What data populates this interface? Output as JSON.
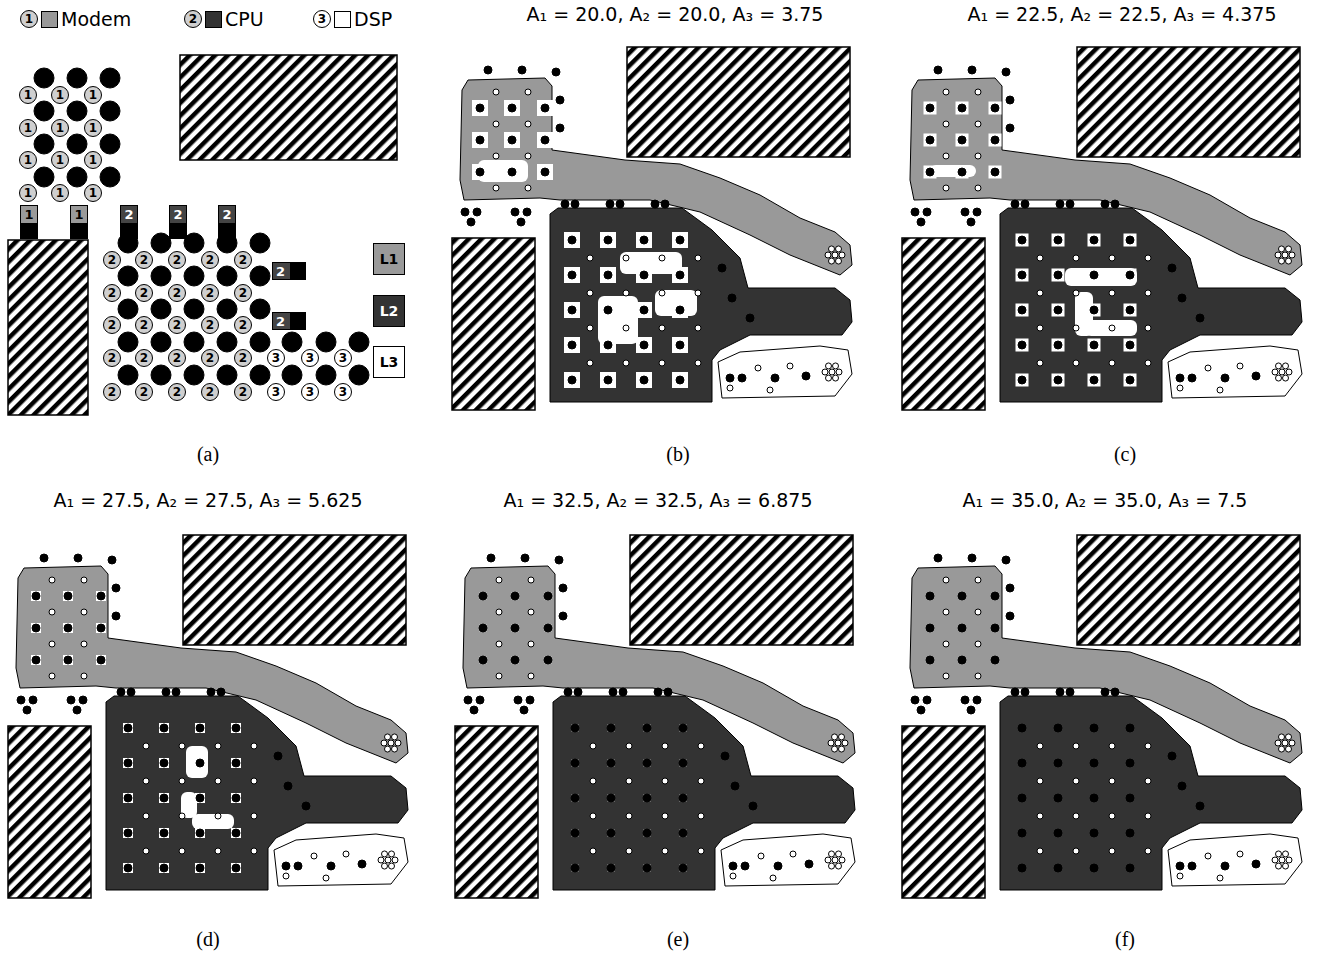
{
  "diagram": {
    "nodes": [
      {
        "text": [
          "1"
        ]
      },
      {
        "text": [
          "1"
        ]
      },
      {
        "text": [
          "1"
        ]
      },
      {
        "text": [
          "1"
        ]
      },
      {
        "text": [
          "1"
        ]
      },
      {
        "text": [
          "1"
        ]
      },
      {
        "text": [
          "1"
        ]
      },
      {
        "text": [
          "1"
        ]
      },
      {
        "text": [
          "1"
        ]
      },
      {
        "text": [
          "1"
        ]
      },
      {
        "text": [
          "1"
        ]
      },
      {
        "text": [
          "1"
        ]
      },
      {
        "text": [
          "1"
        ]
      },
      {
        "text": [
          "1"
        ]
      },
      {
        "text": [
          "2"
        ]
      },
      {
        "text": [
          "2"
        ]
      },
      {
        "text": [
          "2"
        ]
      },
      {
        "text": [
          "L1"
        ]
      },
      {
        "text": [
          "L2"
        ]
      },
      {
        "text": [
          "L3"
        ]
      },
      {
        "text": [
          "2"
        ]
      },
      {
        "text": [
          "2"
        ]
      },
      {
        "text": [
          "2"
        ]
      },
      {
        "text": [
          "2"
        ]
      },
      {
        "text": [
          "2"
        ]
      },
      {
        "text": [
          "2"
        ]
      },
      {
        "text": [
          "2"
        ]
      },
      {
        "text": [
          "2"
        ]
      },
      {
        "text": [
          "2"
        ]
      },
      {
        "text": [
          "2"
        ]
      },
      {
        "text": [
          "2"
        ]
      },
      {
        "text": [
          "2"
        ]
      },
      {
        "text": [
          "2"
        ]
      },
      {
        "text": [
          "2"
        ]
      },
      {
        "text": [
          "2"
        ]
      },
      {
        "text": [
          "2"
        ]
      },
      {
        "text": [
          "2"
        ]
      },
      {
        "text": [
          "2"
        ]
      },
      {
        "text": [
          "2"
        ]
      },
      {
        "text": [
          "2"
        ]
      },
      {
        "text": [
          "2"
        ]
      },
      {
        "text": [
          "2"
        ]
      },
      {
        "text": [
          "3"
        ]
      },
      {
        "text": [
          "3"
        ]
      },
      {
        "text": [
          "3"
        ]
      },
      {
        "text": [
          "2"
        ]
      },
      {
        "text": [
          "2"
        ]
      },
      {
        "text": [
          "2"
        ]
      },
      {
        "text": [
          "2"
        ]
      },
      {
        "text": [
          "2"
        ]
      },
      {
        "text": [
          "3"
        ]
      },
      {
        "text": [
          "3"
        ]
      },
      {
        "text": [
          "3"
        ]
      }
    ],
    "labels": [
      "1",
      "2",
      "3",
      "A₁ = 20.0, A₂ = 20.0, A₃ = 3.75",
      "A₁ = 22.5, A₂ = 22.5, A₃ = 4.375",
      "A₁ = 27.5, A₂ = 27.5, A₃ = 5.625",
      "A₁ = 32.5, A₂ = 32.5, A₃ = 6.875",
      "A₁ = 35.0, A₂ = 35.0, A₃ = 7.5",
      "(a)",
      "(b)",
      "(c)",
      "(d)",
      "(e)",
      "(f)"
    ],
    "legend": [
      {
        "text": "Modem",
        "color": "#999999"
      },
      {
        "text": "CPU",
        "color": "#333333"
      },
      {
        "text": "DSP",
        "color": "#ffffff"
      }
    ]
  }
}
